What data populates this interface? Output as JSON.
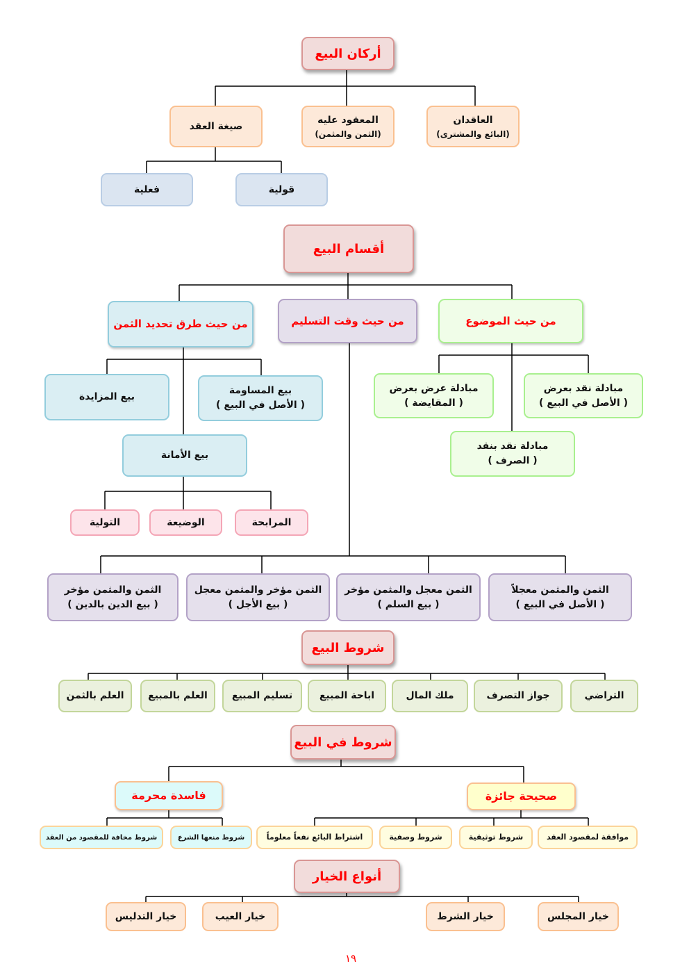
{
  "arkan": {
    "title": "أركان البيع",
    "aqidan": [
      "العاقدان",
      "(البائع والمشترى)"
    ],
    "maqud": [
      "المعقود عليه",
      "(الثمن والمثمن)"
    ],
    "sigha": "صيغة العقد",
    "qawliya": "قولية",
    "filiya": "فعلية"
  },
  "aqsam": {
    "title": "أقسام البيع",
    "mawdu": {
      "title": "من حيث الموضوع",
      "items": [
        [
          "مبادلة نقد بعرض",
          "( الأصل في البيع )"
        ],
        [
          "مبادلة عرض بعرض",
          "( المقايضة )"
        ],
        [
          "مبادلة نقد بنقد",
          "( الصرف )"
        ]
      ]
    },
    "taslim": {
      "title": "من حيث وقت التسليم",
      "items": [
        [
          "الثمن والمثمن معجلاً",
          "( الأصل في البيع )"
        ],
        [
          "الثمن معجل والمثمن مؤخر",
          "( بيع السلم )"
        ],
        [
          "الثمن مؤخر والمثمن معجل",
          "( بيع الأجل )"
        ],
        [
          "الثمن والمثمن مؤخر",
          "( بيع الدين بالدين )"
        ]
      ]
    },
    "tahdid": {
      "title": "من حيث طرق تحديد الثمن",
      "musawama": [
        "بيع المساومة",
        "( الأصل في البيع )"
      ],
      "muzayada": "بيع المزايدة",
      "amana": "بيع الأمانة",
      "amana_items": [
        "المرابحة",
        "الوضيعة",
        "التولية"
      ]
    }
  },
  "shurut": {
    "title": "شروط البيع",
    "items": [
      "التراضي",
      "جواز التصرف",
      "ملك المال",
      "اباحة المبيع",
      "تسليم المبيع",
      "العلم بالمبيع",
      "العلم بالثمن"
    ]
  },
  "shurut_fi": {
    "title": "شروط في البيع",
    "sahiha": "صحيحة جائزة",
    "fasida": "فاسدة محرمة",
    "sahiha_items": [
      "موافقة لمقصود العقد",
      "شروط توثيقية",
      "شروط وصفية",
      "اشتراط البائع نفعاً معلوماً"
    ],
    "fasida_items": [
      "شروط منعها الشرع",
      "شروط مخافة للمقصود من العقد"
    ]
  },
  "khiyar": {
    "title": "أنواع الخيار",
    "items": [
      "خيار المجلس",
      "خيار الشرط",
      "خيار العيب",
      "خيار التدليس"
    ]
  },
  "page_number": "١٩"
}
